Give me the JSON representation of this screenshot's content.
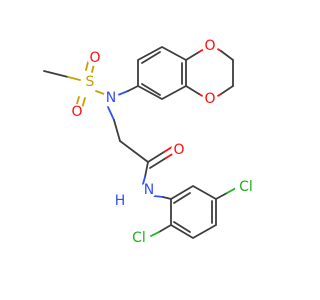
{
  "structure": {
    "atoms": {
      "sulfur": "S",
      "sulfonyl_oxygen_top": "O",
      "sulfonyl_oxygen_bottom": "O",
      "sulfonamide_nitrogen": "N",
      "ring_oxygen_top": "O",
      "ring_oxygen_bottom": "O",
      "carbonyl_oxygen": "O",
      "amide_nitrogen": "N",
      "amide_hydrogen": "H",
      "chlorine_right": "Cl",
      "chlorine_left": "Cl"
    },
    "colors": {
      "carbon_bond": "#3d3d3d",
      "oxygen": "#ff0d0d",
      "nitrogen": "#3050f8",
      "sulfur": "#c8a000",
      "chlorine": "#1fb01f"
    }
  }
}
